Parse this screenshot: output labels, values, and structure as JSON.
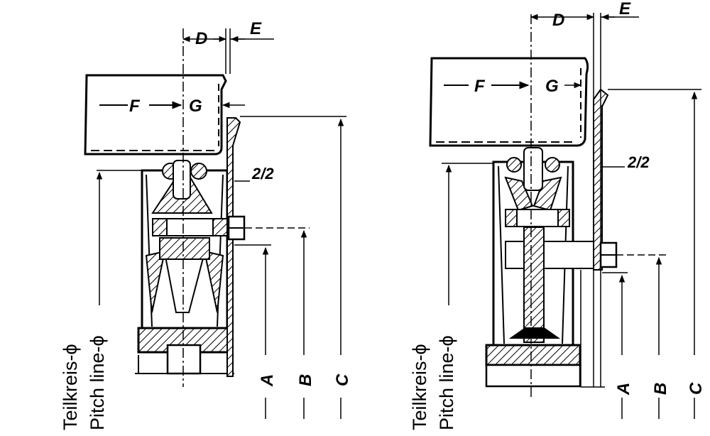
{
  "labels": {
    "D": "D",
    "E": "E",
    "F": "F",
    "G": "G",
    "A": "A",
    "B": "B",
    "C": "C",
    "ratio": "2/2",
    "teilkreis": "Teilkreis-ϕ",
    "pitch_line": "Pitch line-ϕ"
  },
  "colors": {
    "ink": "#000000",
    "paper": "#ffffff"
  }
}
